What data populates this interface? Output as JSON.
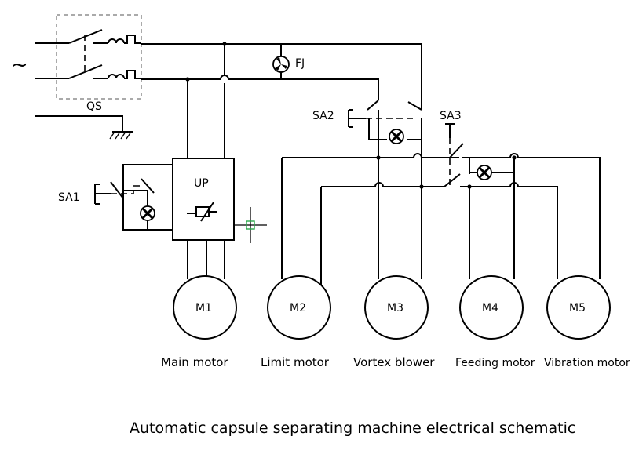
{
  "supply_symbol": "~",
  "labels": {
    "main_switch": "QS",
    "fan": "FJ",
    "switch_1": "SA1",
    "switch_2": "SA2",
    "switch_3": "SA3",
    "controller": "UP"
  },
  "motors": [
    {
      "id": "M1",
      "caption": "Main motor"
    },
    {
      "id": "M2",
      "caption": "Limit motor"
    },
    {
      "id": "M3",
      "caption": "Vortex blower"
    },
    {
      "id": "M4",
      "caption": "Feeding motor"
    },
    {
      "id": "M5",
      "caption": "Vibration motor"
    }
  ],
  "title": "Automatic capsule separating machine  electrical schematic"
}
